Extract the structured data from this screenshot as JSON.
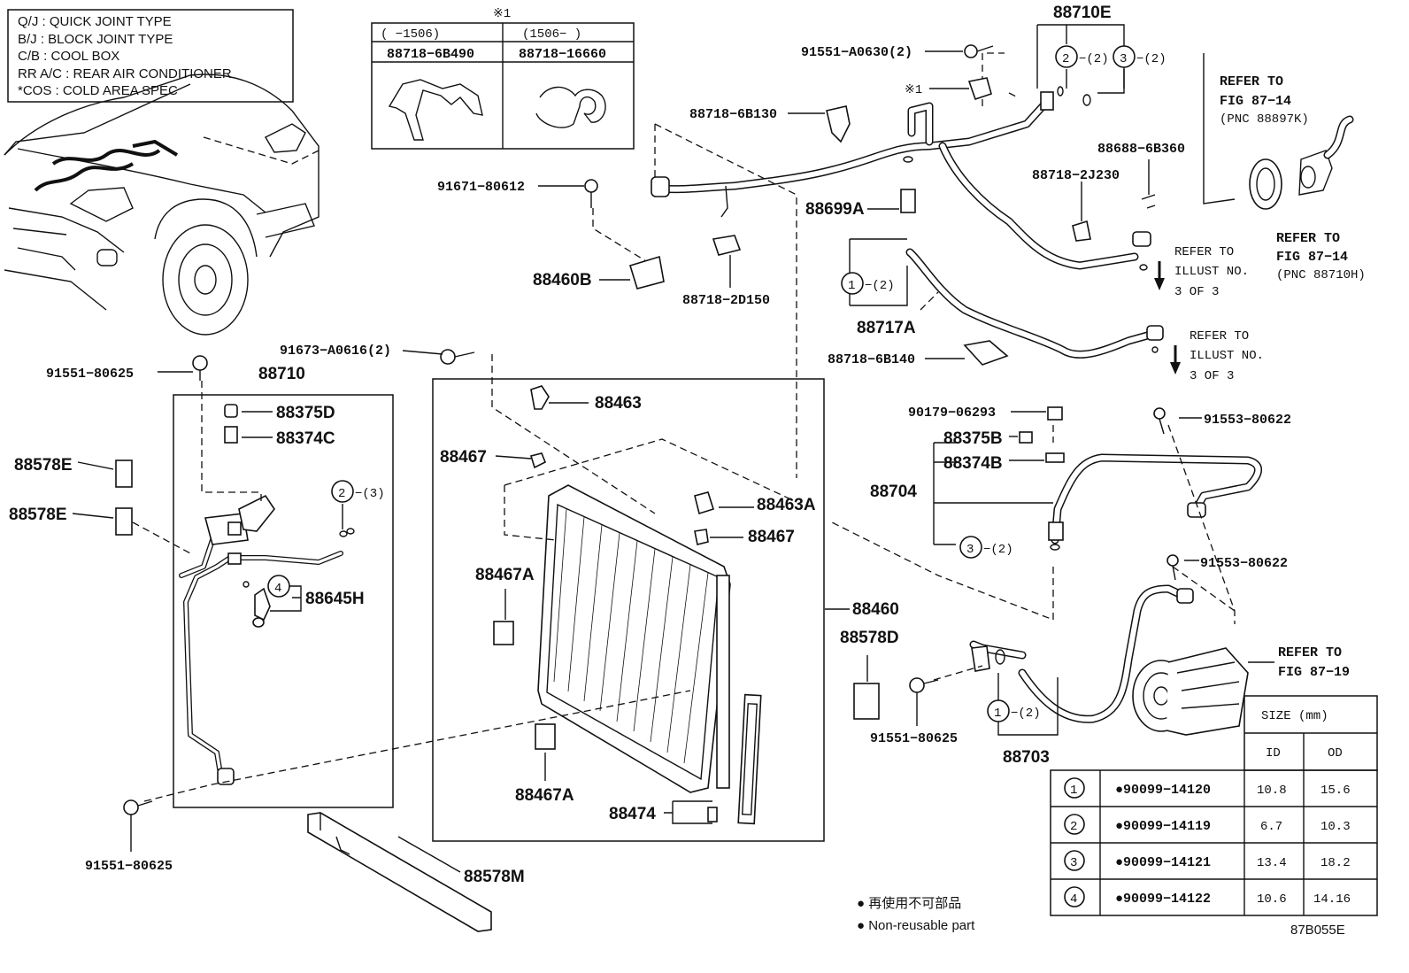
{
  "abbreviations": [
    "Q/J  :  QUICK JOINT TYPE",
    "B/J  :  BLOCK JOINT TYPE",
    "C/B  :  COOL BOX",
    "RR A/C  :  REAR AIR CONDITIONER",
    "*COS  :  COLD AREA SPEC"
  ],
  "clamp_table": {
    "note_mark": "※1",
    "col1_range": "(     −1506)",
    "col2_range": "(1506−       )",
    "col1_part": "88718−6B490",
    "col2_part": "88718−16660"
  },
  "labels": {
    "p88710E": "88710E",
    "p91551_A0630": "91551−A0630(2)",
    "c2_2a": "−(2)",
    "c3_2a": "−(2)",
    "mark1": "※1",
    "p88718_6B130": "88718−6B130",
    "p91671_80612": "91671−80612",
    "p88460B": "88460B",
    "p88718_2D150": "88718−2D150",
    "p88699A": "88699A",
    "c1_2a": "−(2)",
    "p88717A": "88717A",
    "p88718_6B140": "88718−6B140",
    "p88688_6B360": "88688−6B360",
    "p88718_2J230": "88718−2J230",
    "refer_87_14a_1": "REFER TO",
    "refer_87_14a_2": "FIG 87−14",
    "refer_87_14a_3": "(PNC 88897K)",
    "refer_87_14b_1": "REFER TO",
    "refer_87_14b_2": "FIG 87−14",
    "refer_87_14b_3": "(PNC 88710H)",
    "refer_illus_a_1": "REFER TO",
    "refer_illus_a_2": "ILLUST NO.",
    "refer_illus_a_3": "3 OF 3",
    "refer_illus_b_1": "REFER TO",
    "refer_illus_b_2": "ILLUST NO.",
    "refer_illus_b_3": "3 OF 3",
    "p91673_A0616": "91673−A0616(2)",
    "p91551_80625a": "91551−80625",
    "p88710": "88710",
    "p88375D": "88375D",
    "p88374C": "88374C",
    "p88578E_1": "88578E",
    "p88578E_2": "88578E",
    "c2_3": "−(3)",
    "p88645H": "88645H",
    "p91551_80625b": "91551−80625",
    "p88578M": "88578M",
    "p88463": "88463",
    "p88467a": "88467",
    "p88463A": "88463A",
    "p88467b": "88467",
    "p88467A_1": "88467A",
    "p88467A_2": "88467A",
    "p88460": "88460",
    "p88474": "88474",
    "p90179_06293": "90179−06293",
    "p91553_80622a": "91553−80622",
    "p88375B": "88375B",
    "p88374B": "88374B",
    "p88704": "88704",
    "c3_2b": "−(2)",
    "p91553_80622b": "91553−80622",
    "p88578D": "88578D",
    "p91551_80625c": "91551−80625",
    "c1_2b": "−(2)",
    "p88703": "88703",
    "refer_87_19_1": "REFER TO",
    "refer_87_19_2": "FIG 87−19",
    "n1": "1",
    "n2": "2",
    "n3": "3",
    "n4": "4"
  },
  "size_table": {
    "header": "SIZE (mm)",
    "col_id": "ID",
    "col_od": "OD",
    "rows": [
      {
        "no": "1",
        "part": "●90099−14120",
        "id": "10.8",
        "od": "15.6"
      },
      {
        "no": "2",
        "part": "●90099−14119",
        "id": "6.7",
        "od": "10.3"
      },
      {
        "no": "3",
        "part": "●90099−14121",
        "id": "13.4",
        "od": "18.2"
      },
      {
        "no": "4",
        "part": "●90099−14122",
        "id": "10.6",
        "od": "14.16"
      }
    ]
  },
  "legend": {
    "line1": "● 再使用不可部品",
    "line2": "● Non-reusable part"
  },
  "figure_code": "87B055E"
}
